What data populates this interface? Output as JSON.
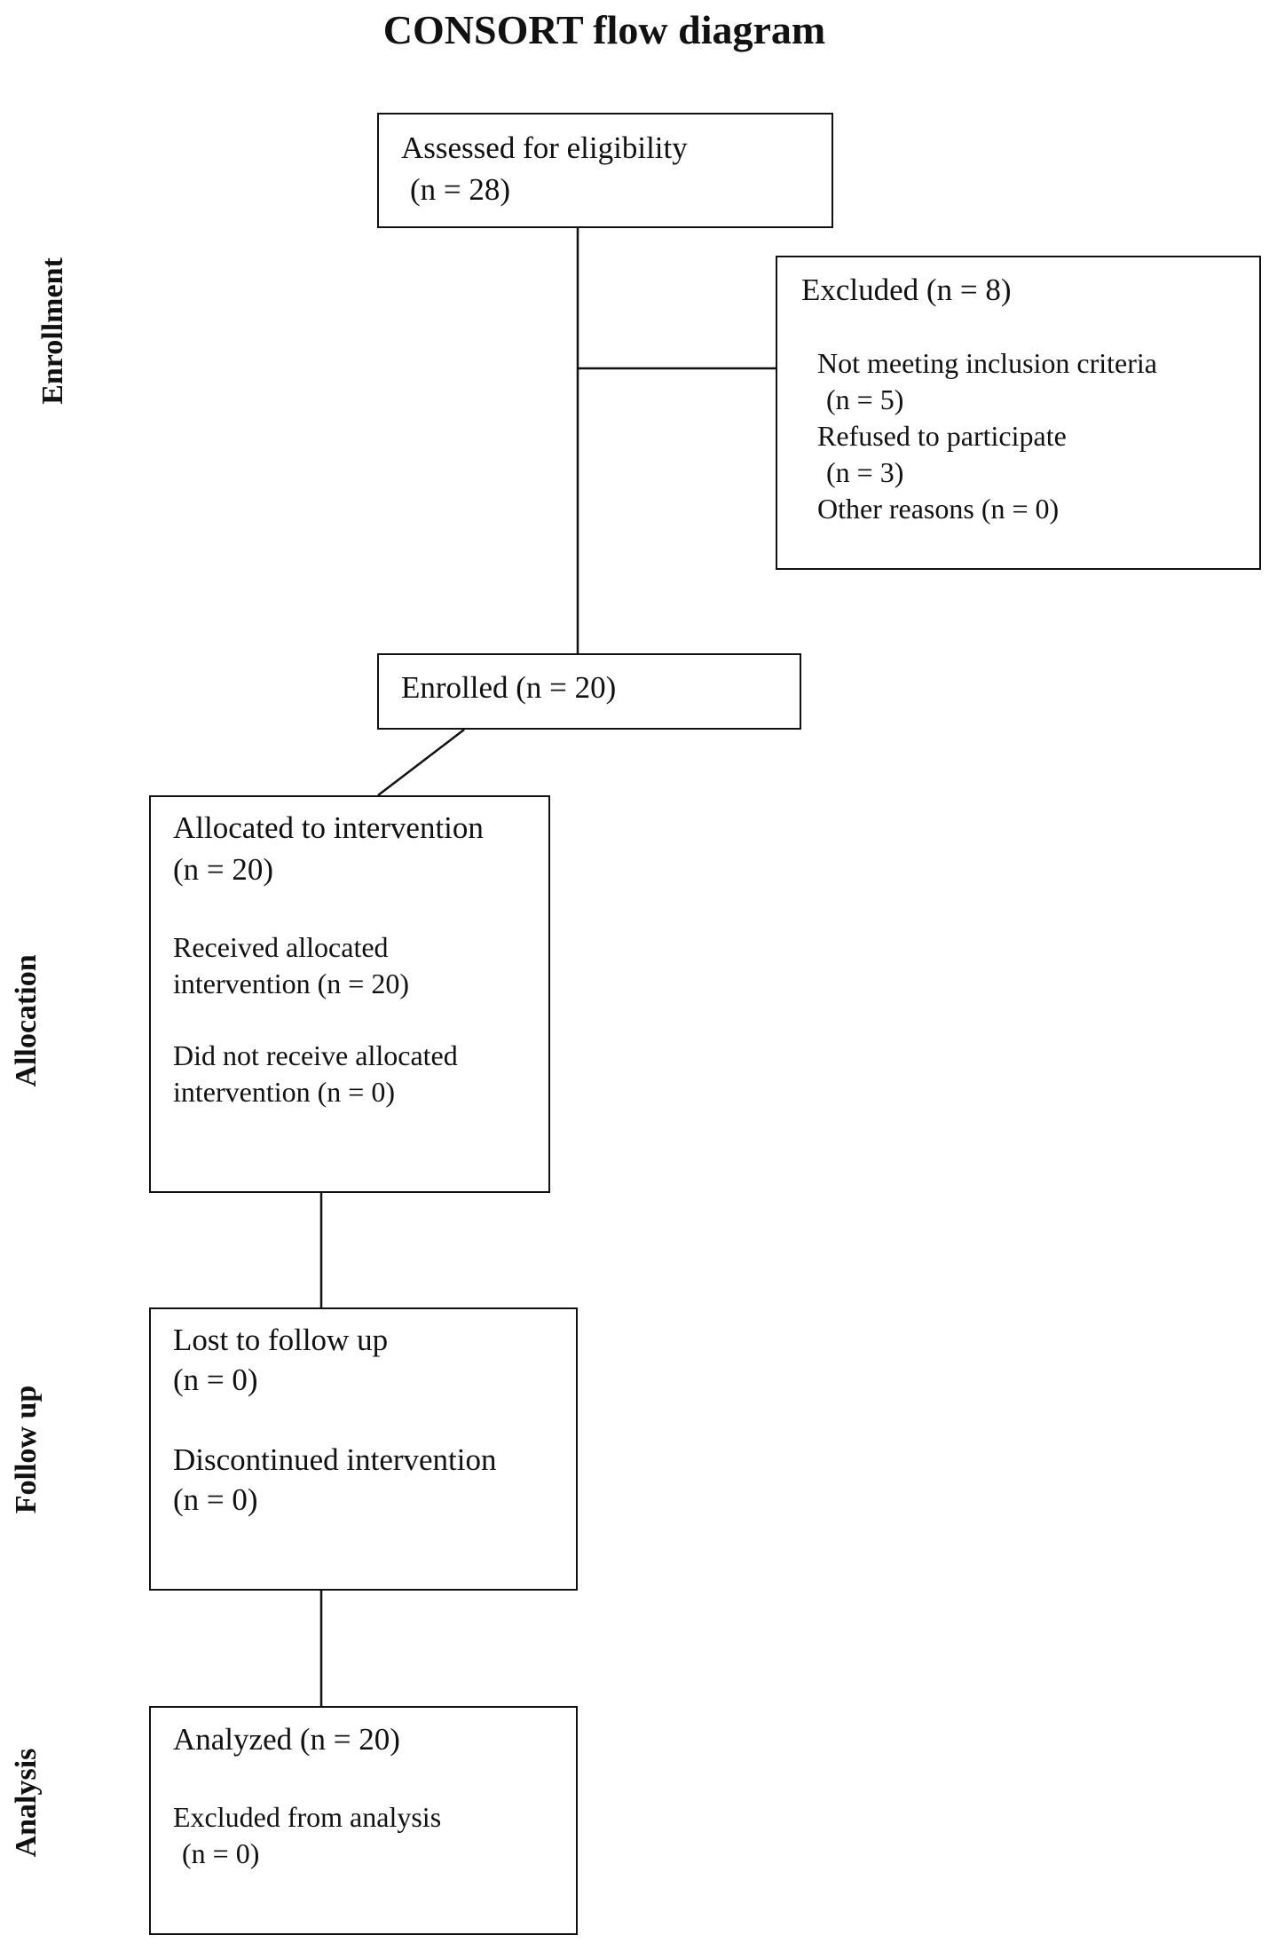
{
  "title": "CONSORT flow diagram",
  "stages": {
    "enrollment": "Enrollment",
    "allocation": "Allocation",
    "follow_up": "Follow up",
    "analysis": "Analysis"
  },
  "assessed": {
    "label": "Assessed for eligibility",
    "count": "(n = 28)"
  },
  "excluded": {
    "label": "Excluded (n = 8)",
    "reason1": "Not meeting inclusion criteria",
    "reason1_count": "(n = 5)",
    "reason2": "Refused to participate",
    "reason2_count": "(n = 3)",
    "reason3": "Other reasons (n = 0)"
  },
  "enrolled": {
    "label": "Enrolled (n = 20)"
  },
  "allocated": {
    "label": "Allocated to intervention",
    "count": "(n = 20)",
    "received_line1": "Received allocated",
    "received_line2": "intervention (n = 20)",
    "not_received_line1": "Did not receive allocated",
    "not_received_line2": "intervention (n = 0)"
  },
  "follow_up": {
    "lost_label": "Lost to follow up",
    "lost_count": "(n = 0)",
    "discontinued_label": "Discontinued intervention",
    "discontinued_count": "(n = 0)"
  },
  "analysis": {
    "analyzed": "Analyzed (n = 20)",
    "excluded_label": "Excluded from analysis",
    "excluded_count": "(n = 0)"
  },
  "colors": {
    "line": "#111111",
    "background": "#ffffff"
  }
}
